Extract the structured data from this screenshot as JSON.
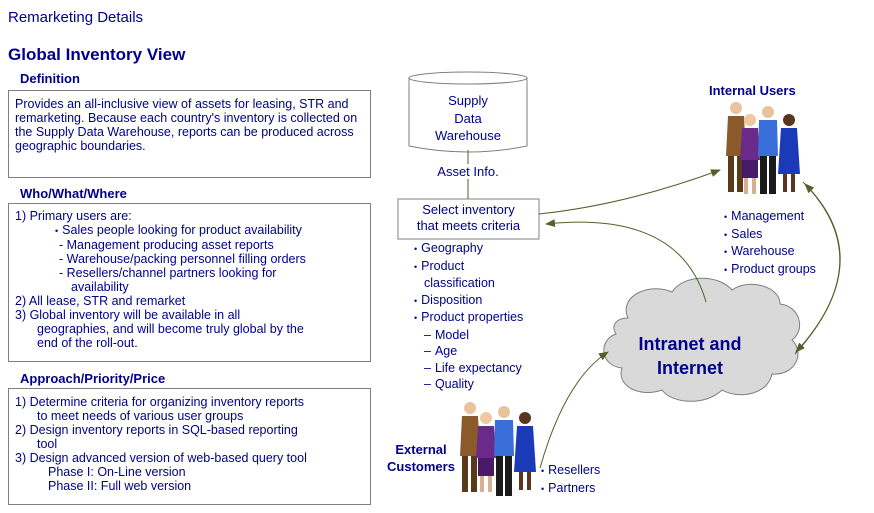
{
  "page_header": "Remarketing Details",
  "page_title": "Global Inventory View",
  "definition": {
    "heading": "Definition",
    "text": "Provides an all-inclusive view of assets for leasing, STR and remarketing.  Because each country's inventory is collected on the Supply Data Warehouse, reports can be produced across geographic boundaries."
  },
  "who": {
    "heading": "Who/What/Where",
    "lines": [
      "1)  Primary users are:",
      "Sales people looking for product availability",
      "- Management producing asset reports",
      "- Warehouse/packing personnel filling orders",
      "- Resellers/channel partners looking for",
      "availability",
      "2)  All lease, STR and remarket",
      "3)  Global inventory will be available in all",
      "geographies, and will become truly global by the",
      "end of the roll-out."
    ]
  },
  "approach": {
    "heading": "Approach/Priority/Price",
    "lines": [
      "1)  Determine criteria for organizing inventory reports",
      "to meet needs of various user groups",
      "2) Design inventory reports in SQL-based reporting",
      "tool",
      "3)  Design advanced version of web-based query tool",
      "Phase I:  On-Line version",
      "Phase II: Full web version"
    ]
  },
  "diagram": {
    "warehouse_lines": [
      "Supply",
      "Data",
      "Warehouse"
    ],
    "asset_label": "Asset Info.",
    "select_lines": [
      "Select inventory",
      "that meets criteria"
    ],
    "criteria": [
      {
        "bullet": "•",
        "text": "Geography"
      },
      {
        "bullet": "•",
        "text": "Product"
      },
      {
        "bullet": "",
        "text": "classification"
      },
      {
        "bullet": "•",
        "text": "Disposition"
      },
      {
        "bullet": "•",
        "text": "Product properties"
      },
      {
        "bullet": "–",
        "text": "Model"
      },
      {
        "bullet": "–",
        "text": "Age"
      },
      {
        "bullet": "–",
        "text": "Life expectancy"
      },
      {
        "bullet": "–",
        "text": "Quality"
      }
    ],
    "cloud_lines": [
      "Intranet and",
      "Internet"
    ],
    "internal_title": "Internal Users",
    "internal_list": [
      "Management",
      "Sales",
      "Warehouse",
      "Product groups"
    ],
    "external_lines": [
      "External",
      "Customers"
    ],
    "external_list": [
      "Resellers",
      "Partners"
    ]
  },
  "colors": {
    "navy": "#00008b",
    "cloud": "#d9d9d9",
    "arrow": "#4f6228",
    "border": "#7f7f7f"
  }
}
